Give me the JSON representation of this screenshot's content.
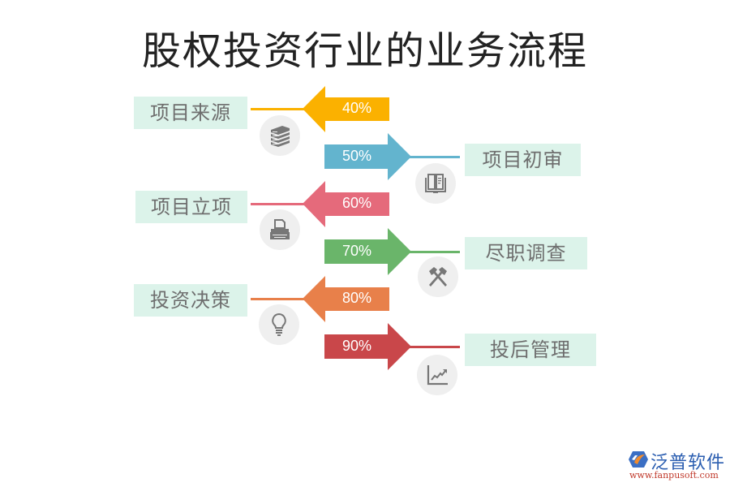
{
  "title": "股权投资行业的业务流程",
  "steps": [
    {
      "label": "项目来源",
      "percent": "40%",
      "color": "#fbb100",
      "direction": "left",
      "icon": "books-icon"
    },
    {
      "label": "项目初审",
      "percent": "50%",
      "color": "#63b4ce",
      "direction": "right",
      "icon": "open-book-icon"
    },
    {
      "label": "项目立项",
      "percent": "60%",
      "color": "#e56a7b",
      "direction": "left",
      "icon": "typewriter-icon"
    },
    {
      "label": "尽职调查",
      "percent": "70%",
      "color": "#6ab56a",
      "direction": "right",
      "icon": "hammers-icon"
    },
    {
      "label": "投资决策",
      "percent": "80%",
      "color": "#e8804a",
      "direction": "left",
      "icon": "lightbulb-icon"
    },
    {
      "label": "投后管理",
      "percent": "90%",
      "color": "#c9474a",
      "direction": "right",
      "icon": "line-chart-icon"
    }
  ],
  "logo": {
    "name": "泛普软件",
    "url": "www.fanpusoft.com"
  }
}
